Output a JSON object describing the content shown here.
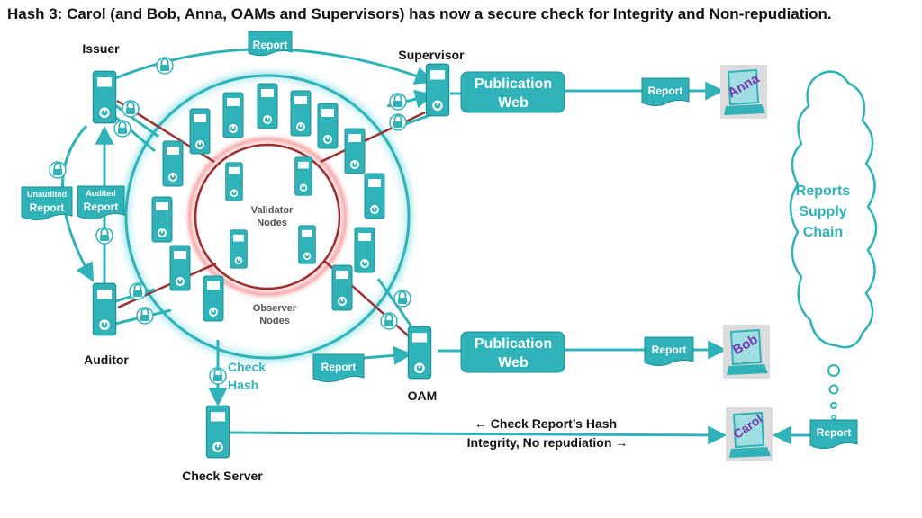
{
  "title": "Hash 3: Carol (and Bob, Anna, OAMs and Supervisors) has now a secure check for Integrity and Non-repudiation.",
  "nodes": {
    "issuer": "Issuer",
    "supervisor": "Supervisor",
    "auditor": "Auditor",
    "oam": "OAM",
    "check_server": "Check Server"
  },
  "rings": {
    "validator_line1": "Validator",
    "validator_line2": "Nodes",
    "observer_line1": "Observer",
    "observer_line2": "Nodes"
  },
  "documents": {
    "report": "Report",
    "unaudited": "Unaudited",
    "audited": "Audited"
  },
  "publication_web": {
    "line1": "Publication",
    "line2": "Web"
  },
  "check_hash": {
    "line1": "Check",
    "line2": "Hash"
  },
  "users": {
    "anna": "Anna",
    "bob": "Bob",
    "carol": "Carol"
  },
  "cloud": {
    "line1": "Reports",
    "line2": "Supply",
    "line3": "Chain"
  },
  "check_arrow": {
    "line1": "← Check Report’s Hash",
    "line2": "Integrity, No repudiation →"
  },
  "colors": {
    "teal": "#2fb3b8",
    "teal_dark": "#1f8f94",
    "red_line": "#9b2f2f",
    "purple": "#7b35b6",
    "ring_glow": "#8fe3ea"
  }
}
